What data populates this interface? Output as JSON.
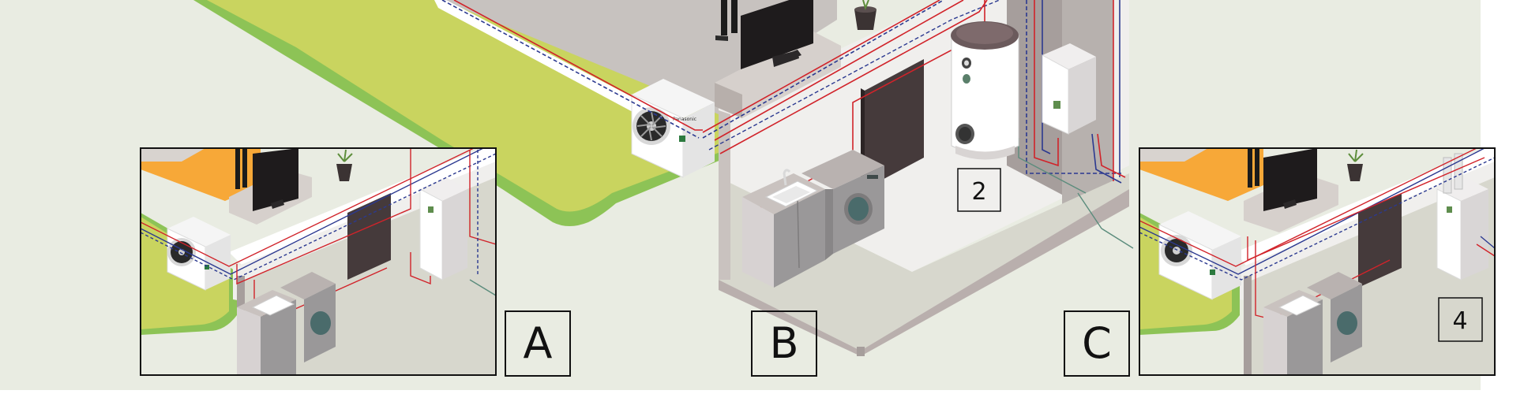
{
  "labels": {
    "scenario_a": "A",
    "scenario_b": "B",
    "scenario_c": "C",
    "callout_2": "2",
    "callout_4": "4"
  },
  "icons": [
    "heat-pump-outdoor-unit-icon",
    "hot-water-cylinder-icon",
    "indoor-control-unit-icon",
    "tv-icon",
    "plant-icon",
    "washing-machine-icon",
    "sink-icon",
    "person-icon"
  ],
  "colors": {
    "background": "#e9ece2",
    "lawn": "#c9d45f",
    "lawn_edge": "#8dc356",
    "floor_wood": "#f7a838",
    "floor_tile": "#d7d7cd",
    "wall": "#f0efed",
    "wall_dark": "#a69e9c",
    "door": "#453a3b",
    "pipe_red": "#d1232a",
    "pipe_blue": "#2b3990",
    "pipe_dashed": "#2b3990",
    "pipe_green": "#5b8c7c",
    "cabinet": "#9a9899",
    "frame": "#111111"
  }
}
